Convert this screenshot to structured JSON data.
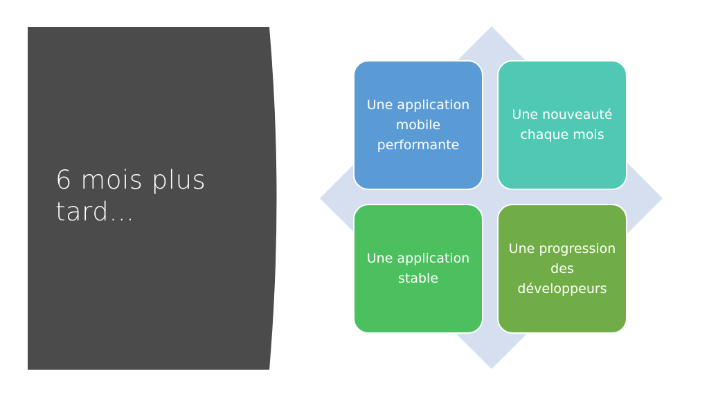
{
  "slide": {
    "title": "6 mois plus\ntard…"
  },
  "diagram": {
    "items": [
      {
        "label": "Une application mobile performante",
        "color": "#5b9bd5"
      },
      {
        "label": "Une nouveauté chaque mois",
        "color": "#4fc9b4"
      },
      {
        "label": "Une application stable",
        "color": "#4cbf5f"
      },
      {
        "label": "Une progression des développeurs",
        "color": "#71ad47"
      }
    ],
    "background_color": "#d5dff0"
  },
  "theme": {
    "panel_color": "#4b4b4b"
  }
}
